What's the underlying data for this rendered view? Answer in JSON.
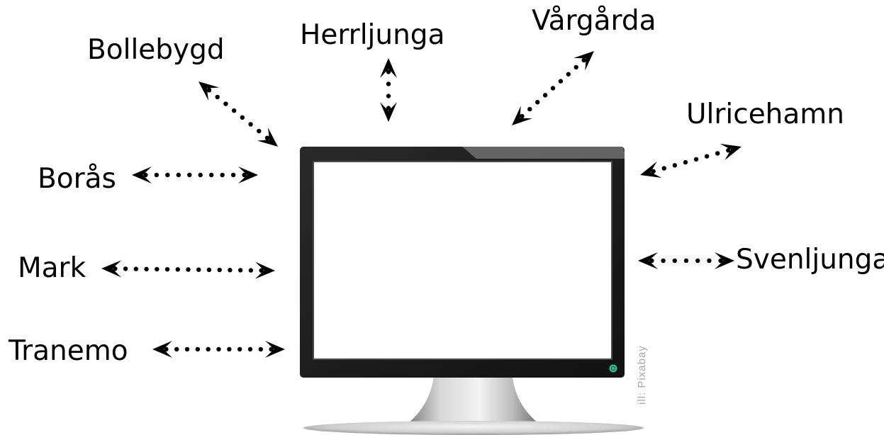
{
  "municipalities": {
    "bollebygd": "Bollebygd",
    "herrljunga": "Herrljunga",
    "vargarda": "Vårgårda",
    "ulricehamn": "Ulricehamn",
    "boras": "Borås",
    "svenljunga": "Svenljunga",
    "mark": "Mark",
    "tranemo": "Tranemo"
  },
  "credit": "ill: Pixabay",
  "colors": {
    "text": "#000000",
    "arrow": "#000000",
    "bezel": "#1c1c1c",
    "screen": "#ffffff",
    "stand": "#bdbdbd",
    "credit": "#a8a8a8",
    "power_led": "#2fbf8f"
  },
  "icons": {
    "monitor": "computer-monitor-icon",
    "power": "power-button-icon",
    "connection": "double-headed-dotted-arrow"
  }
}
